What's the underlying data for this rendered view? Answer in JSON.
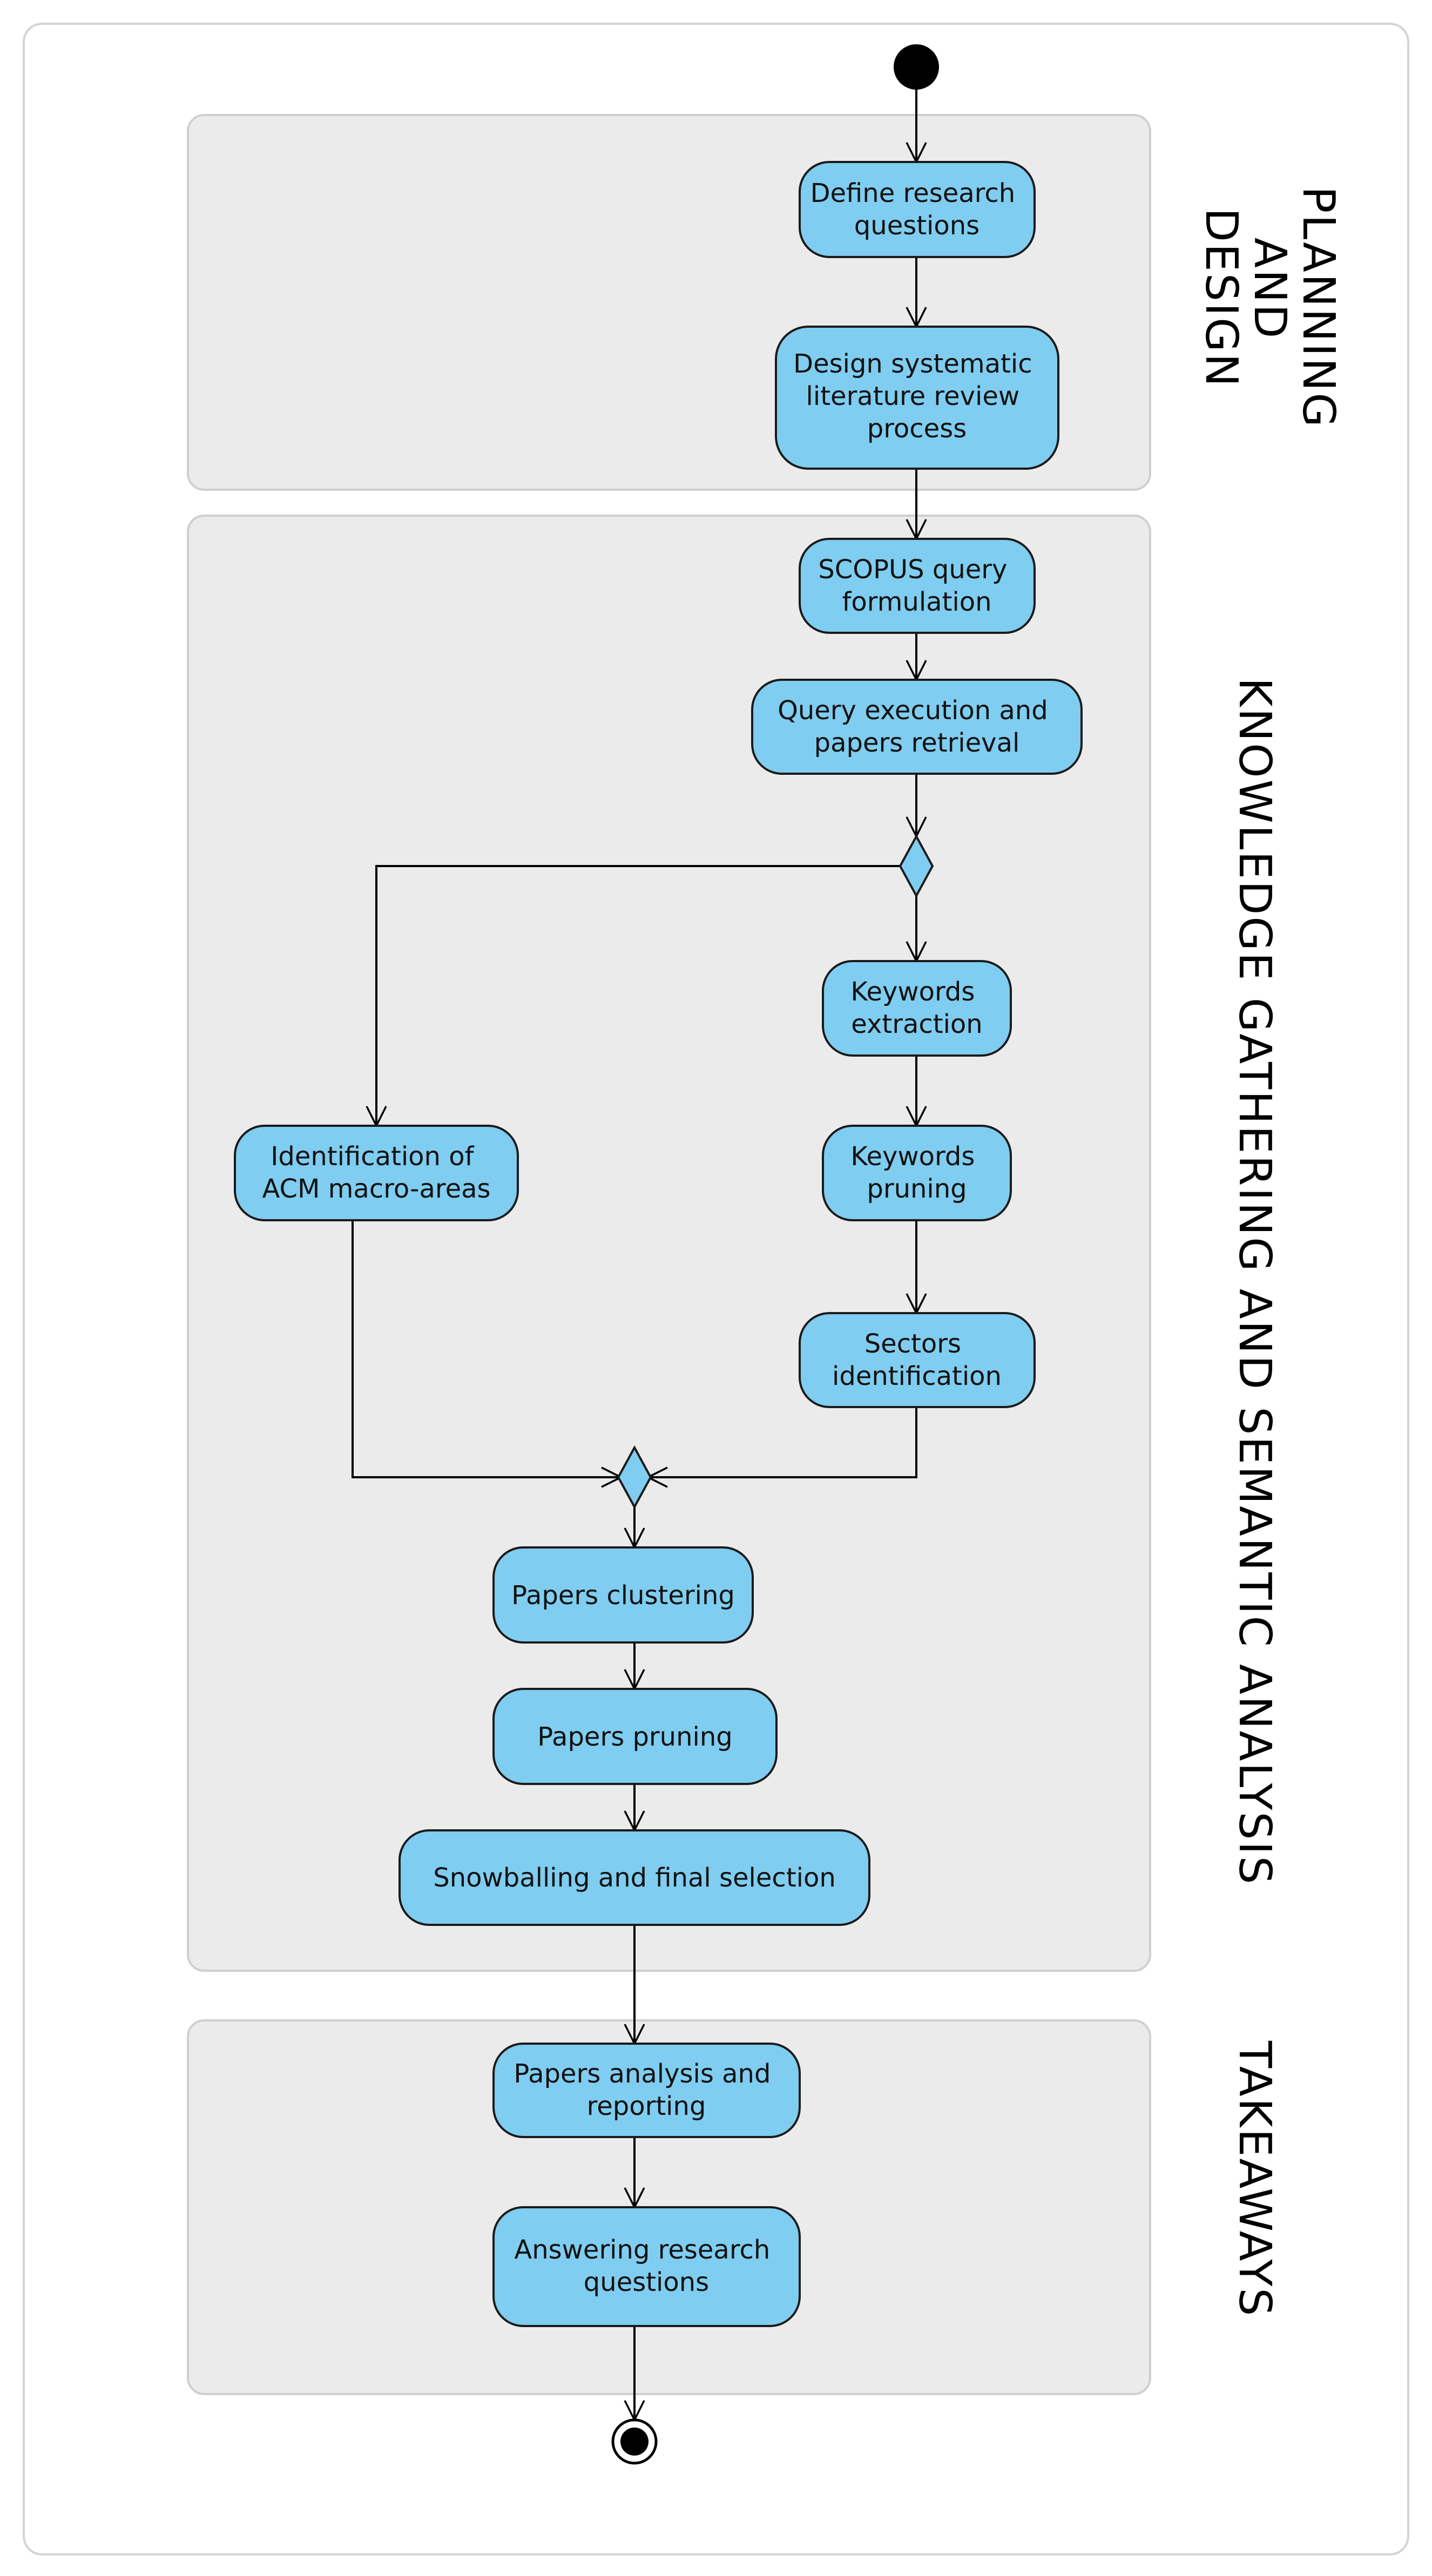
{
  "colors": {
    "node_fill": "#7fcdf0",
    "node_stroke": "#1a1a1a",
    "swimlane_fill": "#ebebeb",
    "swimlane_stroke": "#cfcfcf",
    "edge": "#000000"
  },
  "phases": {
    "planning": {
      "label_lines": [
        "PLANNING",
        "AND",
        "DESIGN"
      ]
    },
    "knowledge": {
      "label_lines": [
        "KNOWLEDGE GATHERING AND SEMANTIC ANALYSIS"
      ]
    },
    "takeaways": {
      "label_lines": [
        "TAKEAWAYS"
      ]
    }
  },
  "nodes": {
    "define_rq": {
      "lines": [
        "Define research",
        "questions"
      ]
    },
    "design_slr": {
      "lines": [
        "Design systematic",
        "literature review",
        "process"
      ]
    },
    "scopus_query": {
      "lines": [
        "SCOPUS query",
        "formulation"
      ]
    },
    "query_exec": {
      "lines": [
        "Query execution and",
        "papers retrieval"
      ]
    },
    "kw_extraction": {
      "lines": [
        "Keywords",
        "extraction"
      ]
    },
    "acm_areas": {
      "lines": [
        "Identification of",
        "ACM macro-areas"
      ]
    },
    "kw_pruning": {
      "lines": [
        "Keywords",
        "pruning"
      ]
    },
    "sectors": {
      "lines": [
        "Sectors",
        "identification"
      ]
    },
    "clustering": {
      "lines": [
        "Papers clustering"
      ]
    },
    "papers_pruning": {
      "lines": [
        "Papers pruning"
      ]
    },
    "snowballing": {
      "lines": [
        "Snowballing and final selection"
      ]
    },
    "analysis": {
      "lines": [
        "Papers analysis and",
        "reporting"
      ]
    },
    "answering": {
      "lines": [
        "Answering research",
        "questions"
      ]
    }
  },
  "edges": [
    [
      "start",
      "define_rq"
    ],
    [
      "define_rq",
      "design_slr"
    ],
    [
      "design_slr",
      "scopus_query"
    ],
    [
      "scopus_query",
      "query_exec"
    ],
    [
      "query_exec",
      "decision_split"
    ],
    [
      "decision_split",
      "kw_extraction"
    ],
    [
      "decision_split",
      "acm_areas"
    ],
    [
      "kw_extraction",
      "kw_pruning"
    ],
    [
      "kw_pruning",
      "sectors"
    ],
    [
      "acm_areas",
      "decision_merge"
    ],
    [
      "sectors",
      "decision_merge"
    ],
    [
      "decision_merge",
      "clustering"
    ],
    [
      "clustering",
      "papers_pruning"
    ],
    [
      "papers_pruning",
      "snowballing"
    ],
    [
      "snowballing",
      "analysis"
    ],
    [
      "analysis",
      "answering"
    ],
    [
      "answering",
      "end"
    ]
  ]
}
